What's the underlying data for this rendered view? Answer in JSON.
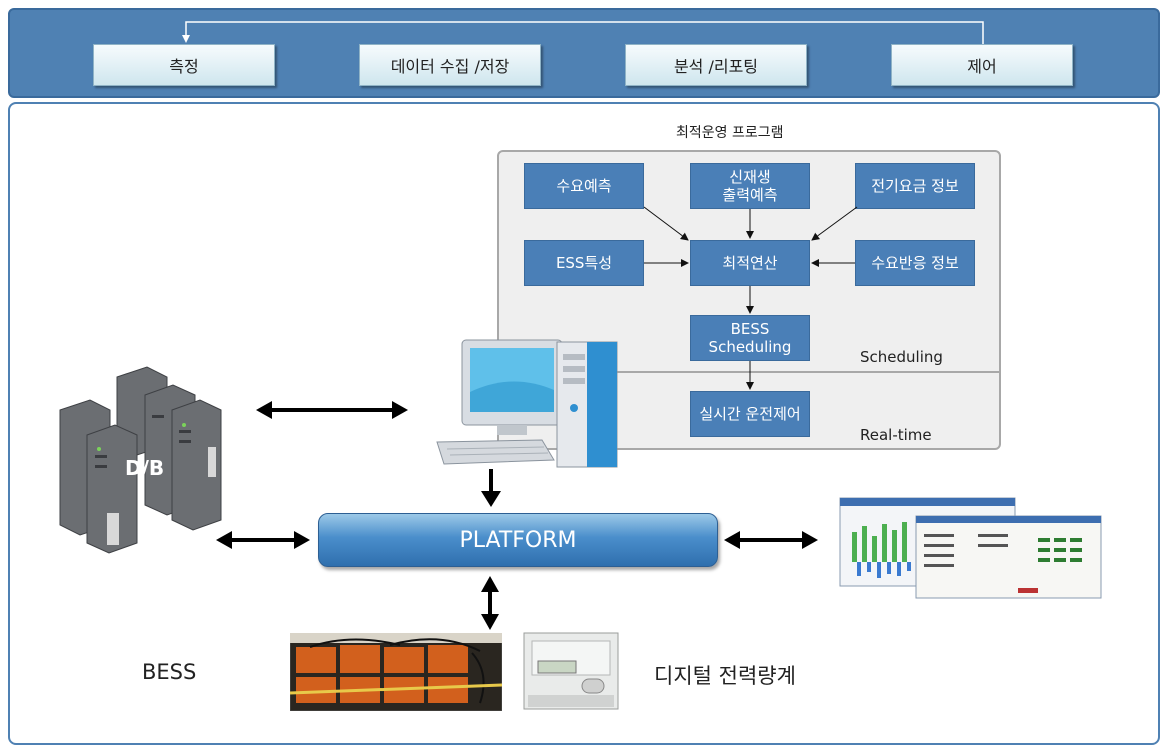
{
  "top_bar": {
    "items": [
      "측정",
      "데이터 수집 /저장",
      "분석 /리포팅",
      "제어"
    ]
  },
  "program": {
    "title": "최적운영 프로그램",
    "boxes": {
      "demand_forecast": "수요예측",
      "renewable_forecast": "신재생\n출력예측",
      "tariff_info": "전기요금 정보",
      "ess_property": "ESS특성",
      "optimization": "최적연산",
      "dr_info": "수요반응 정보",
      "bess_scheduling": "BESS\nScheduling",
      "realtime_control": "실시간 운전제어"
    },
    "section_scheduling": "Scheduling",
    "section_realtime": "Real-time"
  },
  "db_label": "D/B",
  "platform_label": "PLATFORM",
  "bess_label": "BESS",
  "meter_label": "디지털 전력량계"
}
